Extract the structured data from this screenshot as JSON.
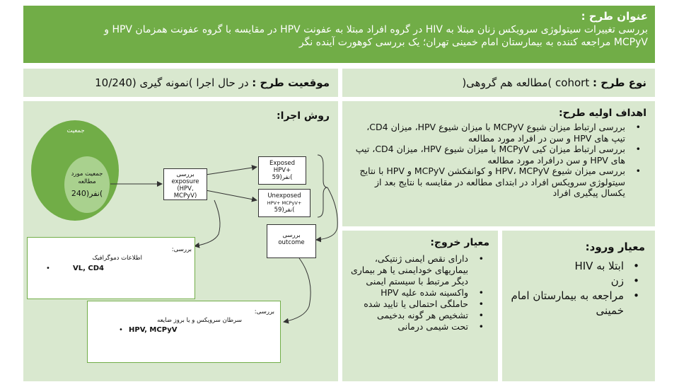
{
  "title": {
    "heading": "عنوان طرح :",
    "line1": "بررسی تغییرات سیتولوژی سرویکس زنان مبتلا به HIV در گروه افراد مبتلا به عفونت HPV در مقایسه با گروه عفونت همزمان HPV و",
    "line2": "MCPyV مراجعه کننده به بیمارستان امام خمینی تهران؛ یک بررسی کوهورت آینده نگر"
  },
  "status": {
    "label": "موقعیت طرح :",
    "value": "در حال اجرا )نمونه گیری (10/240"
  },
  "type": {
    "label": "نوع طرح :",
    "value": "cohort )مطالعه هم گروهی("
  },
  "method": {
    "heading": "روش اجرا:",
    "population": "جمعیت",
    "study_population": "جمعیت مورد مطالعه",
    "study_count": "240)نفر(",
    "exposure_node": [
      "بررسی",
      "exposure",
      "(HPV,",
      "MCPyV)"
    ],
    "exposed_node": [
      "Exposed",
      "HPV+",
      "59)نفر("
    ],
    "unexposed_node": [
      "Unexposed",
      "HPV+ MCPyV+",
      "59)نفر("
    ],
    "outcome_node": [
      "بررسی",
      "outcome"
    ],
    "demographic_box": {
      "label": "بررسی:",
      "title": "اطلاعات دموگرافیک",
      "item": "VL, CD4"
    },
    "cancer_box": {
      "label": "بررسی:",
      "title": "سرطان سرویکس و یا بروز ضایعه",
      "item": "HPV, MCPyV"
    }
  },
  "goals": {
    "heading": "اهداف اولیه طرح:",
    "items": [
      "بررسی ارتباط میزان شیوع MCPyV با میزان شیوع HPV، میزان CD4، تیپ های HPV و سن در افراد مورد مطالعه",
      "بررسی ارتباط میزان کیی MCPyV با میزان شیوع HPV، میزان CD4، تیپ های HPV و سن درافراد مورد مطالعه",
      "بررسی میزان شیوع HPV، MCPyV و کوانفکشن MCPyV و HPV با نتایج سیتولوژی سرویکس افراد در ابتدای مطالعه در مقایسه با نتایج بعد از یکسال پیگیری افراد"
    ]
  },
  "exit": {
    "heading": "معیار خروج:",
    "items": [
      "دارای نقص ایمنی ژنتیکی، بیماریهای خودایمنی یا هر بیماری دیگر مرتبط با سیستم ایمنی",
      "واکسینه شده علیه HPV",
      "حاملگی احتمالی یا تایید شده",
      "تشخیص هر گونه بدخیمی",
      "تحت شیمی درمانی"
    ]
  },
  "entry": {
    "heading": "معیار ورود:",
    "items": [
      "ابتلا به HIV",
      "زن",
      "مراجعه به بیمارستان امام خمینی"
    ]
  },
  "colors": {
    "banner": "#71ad47",
    "panel": "#d9e8cf",
    "circle_outer": "#71ad47",
    "circle_inner": "#a9d18e"
  }
}
